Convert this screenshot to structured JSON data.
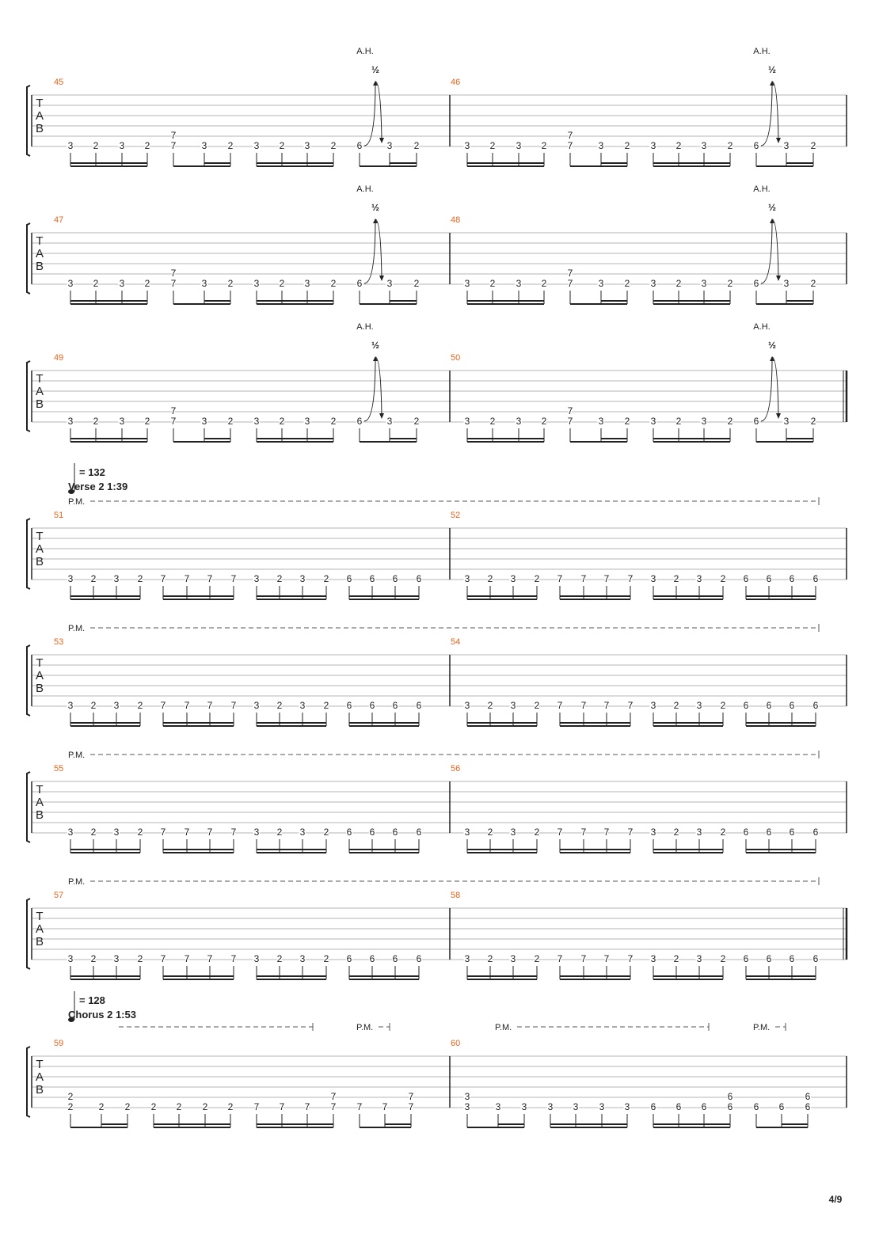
{
  "document": {
    "type": "guitar tablature",
    "page_label": "4/9",
    "string_labels": [
      "T",
      "A",
      "B"
    ],
    "colors": {
      "measure_number": "#e8641e",
      "ink": "#222222",
      "staff_line": "#b4b4b4"
    }
  },
  "sections": [
    {
      "tempo_label": "= 132",
      "section_label": "Verse 2  1:39",
      "starts_at_measure": 51
    },
    {
      "tempo_label": "= 128",
      "section_label": "Chorus 2  1:53",
      "starts_at_measure": 59
    }
  ],
  "bend_annotations": {
    "harmonic_label": "A.H.",
    "bend_amount": "½"
  },
  "palm_mute_label": "P.M.",
  "measures": [
    {
      "number": "45",
      "pattern": "A"
    },
    {
      "number": "46",
      "pattern": "A"
    },
    {
      "number": "47",
      "pattern": "A"
    },
    {
      "number": "48",
      "pattern": "A"
    },
    {
      "number": "49",
      "pattern": "A"
    },
    {
      "number": "50",
      "pattern": "A"
    },
    {
      "number": "51",
      "pattern": "B"
    },
    {
      "number": "52",
      "pattern": "B"
    },
    {
      "number": "53",
      "pattern": "B"
    },
    {
      "number": "54",
      "pattern": "B"
    },
    {
      "number": "55",
      "pattern": "B"
    },
    {
      "number": "56",
      "pattern": "B"
    },
    {
      "number": "57",
      "pattern": "B"
    },
    {
      "number": "58",
      "pattern": "B"
    },
    {
      "number": "59",
      "pattern": "C"
    },
    {
      "number": "60",
      "pattern": "D"
    }
  ],
  "patterns": {
    "A": {
      "groups": [
        {
          "notes": [
            {
              "frets": [
                "3"
              ]
            },
            {
              "frets": [
                "2"
              ]
            },
            {
              "frets": [
                "3"
              ]
            },
            {
              "frets": [
                "2"
              ]
            }
          ]
        },
        {
          "notes": [
            {
              "frets": [
                "7",
                "7"
              ]
            },
            {
              "frets": [
                "3"
              ]
            },
            {
              "frets": [
                "2"
              ]
            }
          ]
        },
        {
          "notes": [
            {
              "frets": [
                "3"
              ]
            },
            {
              "frets": [
                "2"
              ]
            },
            {
              "frets": [
                "3"
              ]
            },
            {
              "frets": [
                "2"
              ]
            }
          ]
        },
        {
          "notes": [
            {
              "frets": [
                "6"
              ],
              "bend": true
            },
            {
              "frets": [
                "3"
              ]
            },
            {
              "frets": [
                "2"
              ]
            }
          ]
        }
      ]
    },
    "B": {
      "groups": [
        {
          "notes": [
            {
              "frets": [
                "3"
              ]
            },
            {
              "frets": [
                "2"
              ]
            },
            {
              "frets": [
                "3"
              ]
            },
            {
              "frets": [
                "2"
              ]
            }
          ]
        },
        {
          "notes": [
            {
              "frets": [
                "7"
              ]
            },
            {
              "frets": [
                "7"
              ]
            },
            {
              "frets": [
                "7"
              ]
            },
            {
              "frets": [
                "7"
              ]
            }
          ]
        },
        {
          "notes": [
            {
              "frets": [
                "3"
              ]
            },
            {
              "frets": [
                "2"
              ]
            },
            {
              "frets": [
                "3"
              ]
            },
            {
              "frets": [
                "2"
              ]
            }
          ]
        },
        {
          "notes": [
            {
              "frets": [
                "6"
              ]
            },
            {
              "frets": [
                "6"
              ]
            },
            {
              "frets": [
                "6"
              ]
            },
            {
              "frets": [
                "6"
              ]
            }
          ]
        }
      ]
    },
    "C": {
      "groups": [
        {
          "notes": [
            {
              "frets": [
                "2",
                "2"
              ]
            },
            {
              "frets": [
                "2"
              ]
            },
            {
              "frets": [
                "2"
              ]
            }
          ]
        },
        {
          "notes": [
            {
              "frets": [
                "2"
              ]
            },
            {
              "frets": [
                "2"
              ]
            },
            {
              "frets": [
                "2"
              ]
            },
            {
              "frets": [
                "2"
              ]
            }
          ]
        },
        {
          "notes": [
            {
              "frets": [
                "7"
              ]
            },
            {
              "frets": [
                "7"
              ]
            },
            {
              "frets": [
                "7"
              ]
            },
            {
              "frets": [
                "7",
                "7"
              ]
            }
          ]
        },
        {
          "notes": [
            {
              "frets": [
                "7"
              ]
            },
            {
              "frets": [
                "7"
              ]
            },
            {
              "frets": [
                "7",
                "7"
              ]
            }
          ]
        }
      ]
    },
    "D": {
      "groups": [
        {
          "notes": [
            {
              "frets": [
                "3",
                "3"
              ]
            },
            {
              "frets": [
                "3"
              ]
            },
            {
              "frets": [
                "3"
              ]
            }
          ]
        },
        {
          "notes": [
            {
              "frets": [
                "3"
              ]
            },
            {
              "frets": [
                "3"
              ]
            },
            {
              "frets": [
                "3"
              ]
            },
            {
              "frets": [
                "3"
              ]
            }
          ]
        },
        {
          "notes": [
            {
              "frets": [
                "6"
              ]
            },
            {
              "frets": [
                "6"
              ]
            },
            {
              "frets": [
                "6"
              ]
            },
            {
              "frets": [
                "6",
                "6"
              ]
            }
          ]
        },
        {
          "notes": [
            {
              "frets": [
                "6"
              ]
            },
            {
              "frets": [
                "6"
              ]
            },
            {
              "frets": [
                "6",
                "6"
              ]
            }
          ]
        }
      ]
    }
  }
}
